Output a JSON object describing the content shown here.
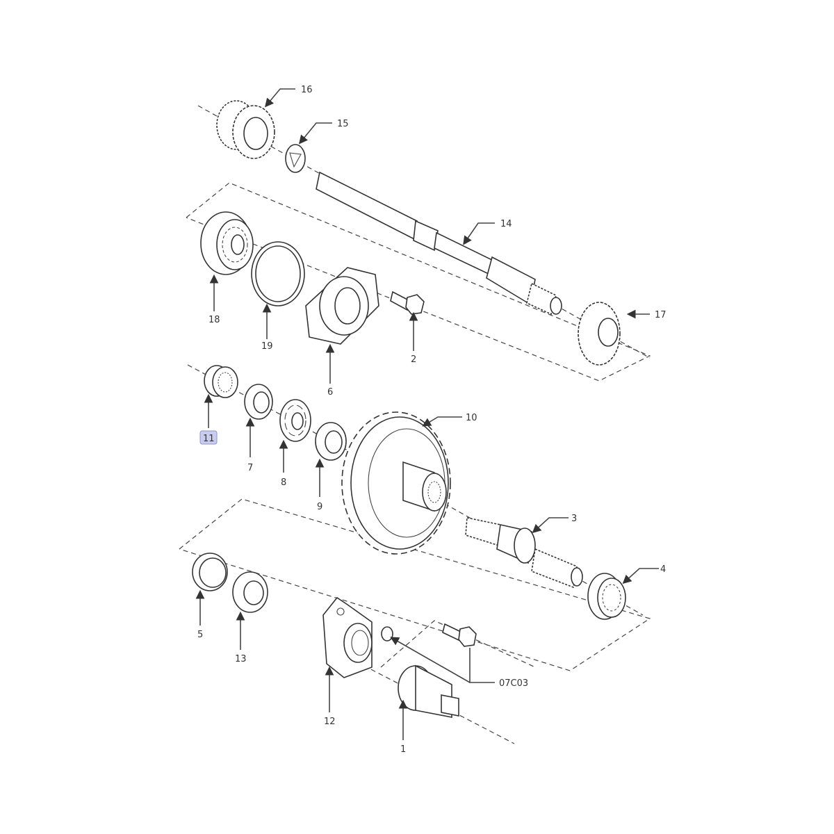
{
  "diagram": {
    "callouts": {
      "c16": "16",
      "c15": "15",
      "c14": "14",
      "c17": "17",
      "c18": "18",
      "c19": "19",
      "c6": "6",
      "c2": "2",
      "c11": "11",
      "c7": "7",
      "c8": "8",
      "c9": "9",
      "c10": "10",
      "c3": "3",
      "c4": "4",
      "c5": "5",
      "c13": "13",
      "c12": "12",
      "c1": "1",
      "c07C03": "07C03"
    },
    "highlight_color": "#c8cdf0"
  }
}
